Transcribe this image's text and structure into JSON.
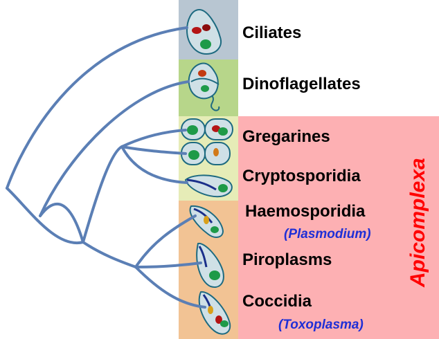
{
  "taxa": [
    {
      "label": "Ciliates"
    },
    {
      "label": "Dinoflagellates"
    },
    {
      "label": "Gregarines"
    },
    {
      "label": "Cryptosporidia"
    },
    {
      "label": "Haemosporidia",
      "sublabel": "(Plasmodium)"
    },
    {
      "label": "Piroplasms"
    },
    {
      "label": "Coccidia",
      "sublabel": "(Toxoplasma)"
    }
  ],
  "group_label": "Apicomplexa",
  "colors": {
    "branch": "#5b7fb5",
    "group_text": "#ff0000",
    "sublabel_text": "#1f2fd6",
    "apicomplexa_band": "#fdb0b3",
    "ciliate_band": "#b8c6d2",
    "dinoflagellate_band": "#b7d68a",
    "gregarine_band": "#e6ecb7",
    "haemosporidia_band": "#f2c394"
  }
}
